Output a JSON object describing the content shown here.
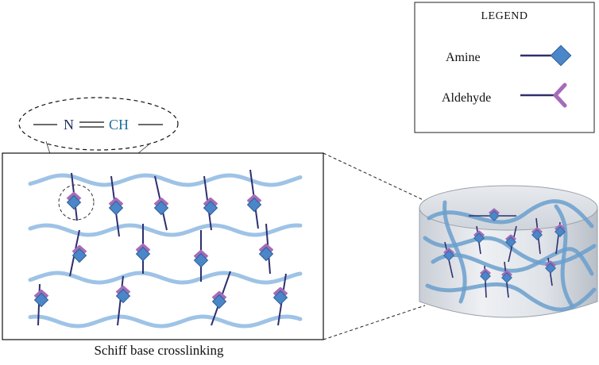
{
  "caption": "Schiff base crosslinking",
  "bond": {
    "left_atom": "N",
    "right_atom": "CH",
    "left_color": "#1f2f5a",
    "right_color": "#1f6f9a"
  },
  "legend": {
    "title": "LEGEND",
    "items": [
      {
        "label": "Amine",
        "icon": "amine-diamond-icon"
      },
      {
        "label": "Aldehyde",
        "icon": "aldehyde-y-icon"
      }
    ]
  },
  "colors": {
    "polymer": "#9ec3e6",
    "polymer_dark": "#6a9fcc",
    "amine": "#4a86c8",
    "amine_stroke": "#2f5f99",
    "aldehyde": "#a66cb8",
    "linker": "#2e2f6e",
    "hydrogel_shell": "#d9dde3"
  }
}
